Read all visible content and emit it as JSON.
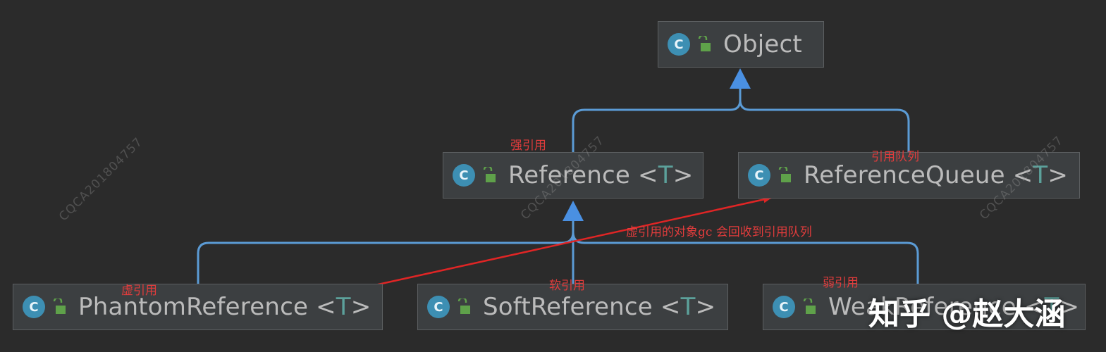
{
  "colors": {
    "background": "#2b2b2b",
    "node_fill": "#3c3f41",
    "class_icon": "#3d8fb3",
    "lock_icon": "#5fa14a",
    "edge": "#5b9bd5",
    "arrowhead": "#4a90e2",
    "annotation": "#e23c3c",
    "type_param": "#5ca19b"
  },
  "nodes": {
    "object": {
      "name": "Object",
      "type_param": ""
    },
    "reference": {
      "name": "Reference <",
      "type_param": "T",
      "close": ">"
    },
    "reference_queue": {
      "name": "ReferenceQueue <",
      "type_param": "T",
      "close": ">"
    },
    "phantom_reference": {
      "name": "PhantomReference <",
      "type_param": "T",
      "close": ">"
    },
    "soft_reference": {
      "name": "SoftReference <",
      "type_param": "T",
      "close": ">"
    },
    "weak_reference": {
      "name": "WeakReference <",
      "type_param": "T",
      "close": ">"
    }
  },
  "class_icon_letter": "C",
  "annotations": {
    "strong_reference": "强引用",
    "reference_queue": "引用队列",
    "phantom_gc_note": "虚引用的对象gc  会回收到引用队列",
    "phantom_reference": "虚引用",
    "soft_reference": "软引用",
    "weak_reference": "弱引用"
  },
  "watermark": "CQCA201804757",
  "brand": "知乎 @赵大涵",
  "edges": [
    {
      "from": "reference",
      "to": "object",
      "kind": "extends"
    },
    {
      "from": "reference_queue",
      "to": "object",
      "kind": "extends"
    },
    {
      "from": "phantom_reference",
      "to": "reference",
      "kind": "extends"
    },
    {
      "from": "soft_reference",
      "to": "reference",
      "kind": "extends"
    },
    {
      "from": "weak_reference",
      "to": "reference",
      "kind": "extends"
    },
    {
      "from": "phantom_reference",
      "to": "reference_queue",
      "kind": "annotation-arrow"
    }
  ]
}
